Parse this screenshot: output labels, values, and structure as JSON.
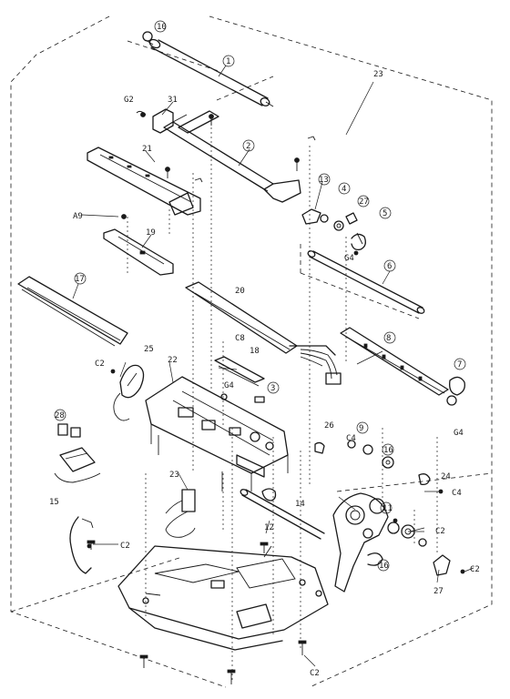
{
  "labels": {
    "l10": "10",
    "l1": "1",
    "l23": "23",
    "g2a": "G2",
    "l31": "31",
    "l2": "2",
    "l21": "21",
    "l13": "13",
    "l4": "4",
    "l27": "27",
    "l5": "5",
    "a9": "A9",
    "l19": "19",
    "g4a": "G4",
    "l6": "6",
    "l17": "17",
    "l20": "20",
    "c8": "C8",
    "l8": "8",
    "l18": "18",
    "l25": "25",
    "c2a": "C2",
    "l22": "22",
    "l7": "7",
    "g4b": "G4",
    "l3": "3",
    "l28": "28",
    "l26": "26",
    "l9": "9",
    "c4a": "C4",
    "l16b": "16",
    "g4c": "G4",
    "l23b": "23",
    "l24": "24",
    "c4b": "C4",
    "l15": "15",
    "l14": "14",
    "l11": "11",
    "c2b": "C2",
    "l12": "12",
    "c2c": "C2",
    "l16": "16",
    "c2d": "C2",
    "l27b": "27",
    "c2e": "C2"
  }
}
